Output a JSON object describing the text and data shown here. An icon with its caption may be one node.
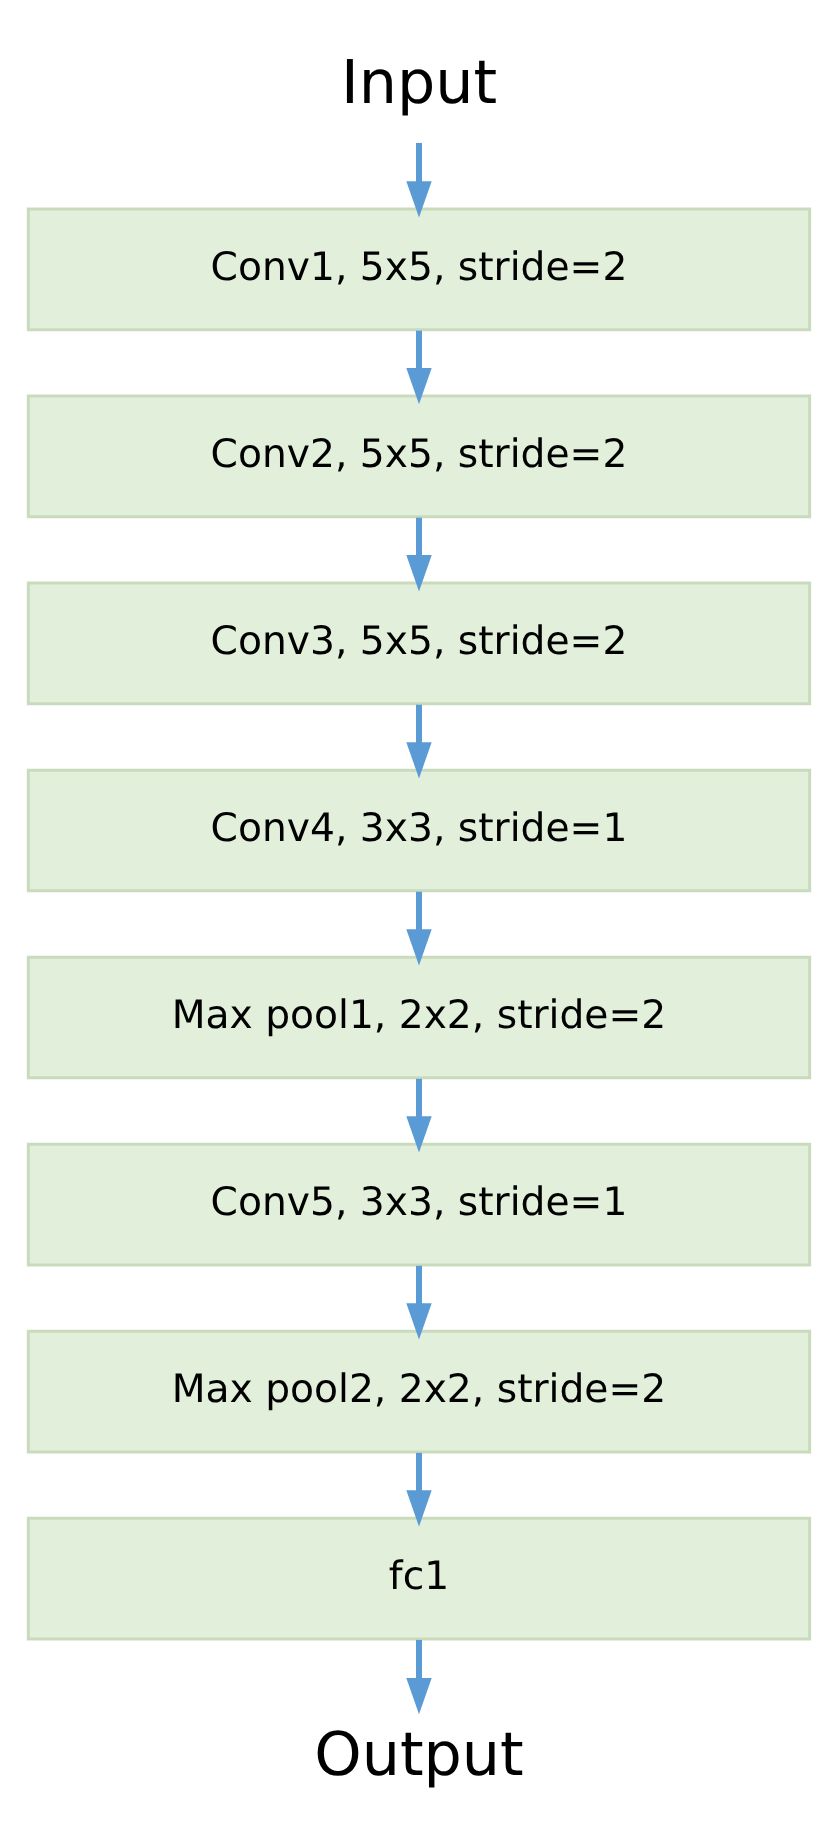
{
  "diagram": {
    "nodes": [
      {
        "text": [
          "Input"
        ]
      },
      {
        "text": [
          "Conv1, 5x5, stride=2"
        ]
      },
      {
        "text": [
          "Conv2, 5x5, stride=2"
        ]
      },
      {
        "text": [
          "Conv3, 5x5, stride=2"
        ]
      },
      {
        "text": [
          "Conv4, 3x3, stride=1"
        ]
      },
      {
        "text": [
          "Max pool1, 2x2, stride=2"
        ]
      },
      {
        "text": [
          "Conv5, 3x3, stride=1"
        ]
      },
      {
        "text": [
          "Max pool2, 2x2, stride=2"
        ]
      },
      {
        "text": [
          "fc1"
        ]
      },
      {
        "text": [
          "Output"
        ]
      }
    ],
    "edges": [
      {
        "from": 0,
        "to": 1,
        "arrow": "to"
      },
      {
        "from": 1,
        "to": 2,
        "arrow": "to"
      },
      {
        "from": 2,
        "to": 3,
        "arrow": "to"
      },
      {
        "from": 3,
        "to": 4,
        "arrow": "to"
      },
      {
        "from": 4,
        "to": 5,
        "arrow": "to"
      },
      {
        "from": 5,
        "to": 6,
        "arrow": "to"
      },
      {
        "from": 6,
        "to": 7,
        "arrow": "to"
      },
      {
        "from": 7,
        "to": 8,
        "arrow": "to"
      },
      {
        "from": 8,
        "to": 9,
        "arrow": "to"
      }
    ]
  }
}
